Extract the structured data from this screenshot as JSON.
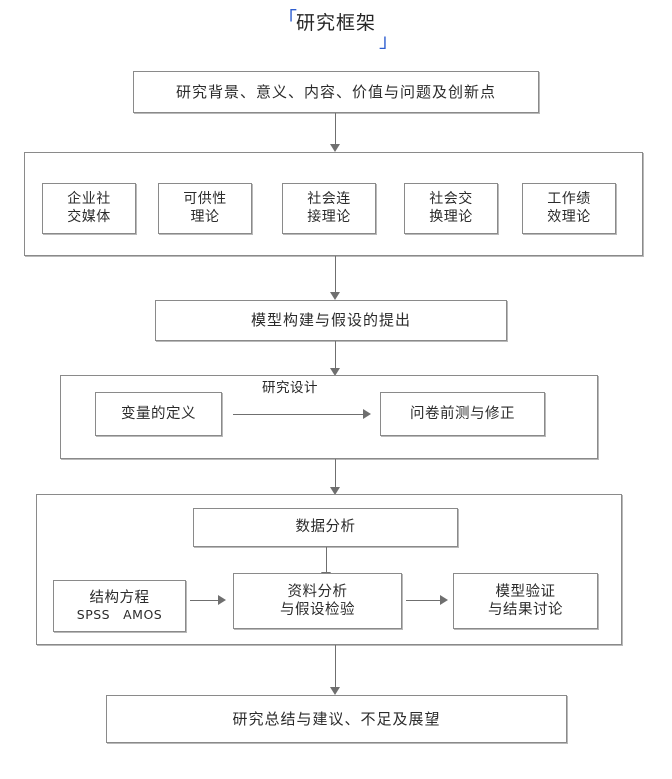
{
  "title": {
    "bracket_open": "「",
    "text": "研究框架",
    "bracket_close": "」",
    "bracket_color": "#2f5fd0"
  },
  "flow": {
    "intro_box": "研究背景、意义、内容、价值与问题及创新点",
    "theory_group": {
      "items": [
        {
          "line1": "企业社",
          "line2": "交媒体"
        },
        {
          "line1": "可供性",
          "line2": "理论"
        },
        {
          "line1": "社会连",
          "line2": "接理论"
        },
        {
          "line1": "社会交",
          "line2": "换理论"
        },
        {
          "line1": "工作绩",
          "line2": "效理论"
        }
      ]
    },
    "model_box": "模型构建与假设的提出",
    "design_group": {
      "label": "研究设计",
      "left_box": "变量的定义",
      "right_box": "问卷前测与修正"
    },
    "analysis_group": {
      "top_box": "数据分析",
      "left_box": {
        "line1": "结构方程",
        "line2": "SPSS　AMOS"
      },
      "middle_box": {
        "line1": "资料分析",
        "line2": "与假设检验"
      },
      "right_box": {
        "line1": "模型验证",
        "line2": "与结果讨论"
      }
    },
    "conclusion_box": "研究总结与建议、不足及展望"
  },
  "style": {
    "border_color": "#8a8a8a",
    "line_color": "#6f6f6f",
    "text_color": "#262626",
    "background": "#ffffff"
  }
}
